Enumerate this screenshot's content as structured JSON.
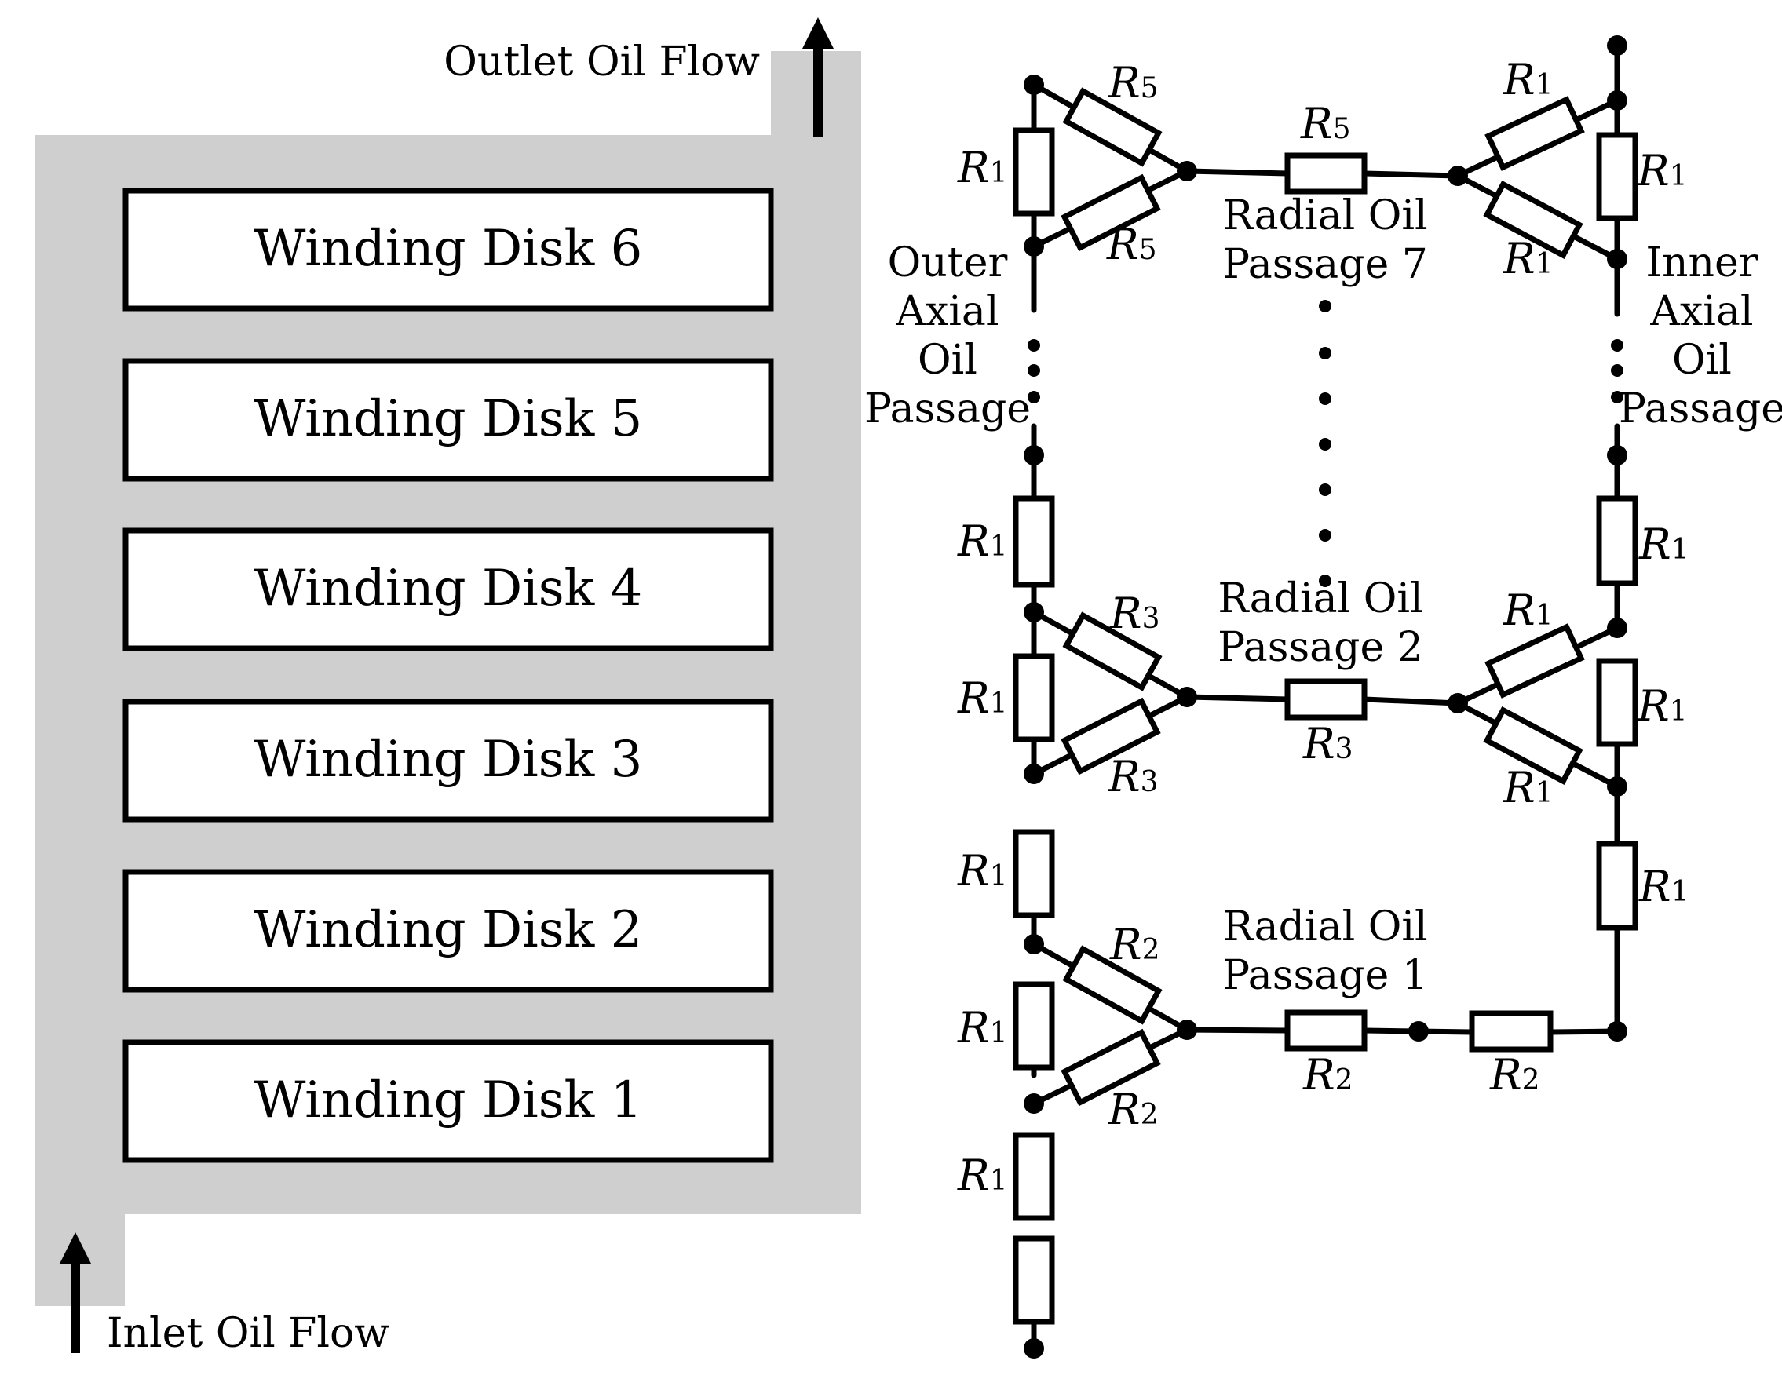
{
  "flow": {
    "outlet_label": "Outlet Oil Flow",
    "inlet_label": "Inlet Oil Flow"
  },
  "disks": [
    "Winding Disk 6",
    "Winding Disk 5",
    "Winding Disk 4",
    "Winding Disk 3",
    "Winding Disk 2",
    "Winding Disk 1"
  ],
  "passages": {
    "outer_axial": [
      "Outer",
      "Axial",
      "Oil",
      "Passage"
    ],
    "inner_axial": [
      "Inner",
      "Axial",
      "Oil",
      "Passage"
    ],
    "radial_7": [
      "Radial Oil",
      "Passage 7"
    ],
    "radial_2": [
      "Radial Oil",
      "Passage 2"
    ],
    "radial_1": [
      "Radial Oil",
      "Passage 1"
    ]
  },
  "resistors": {
    "symbol": "R",
    "r1": "1",
    "r2": "2",
    "r3": "3",
    "r5": "5"
  },
  "colors": {
    "channel": "#d0cfcf",
    "stroke": "#000000",
    "background": "#ffffff"
  }
}
